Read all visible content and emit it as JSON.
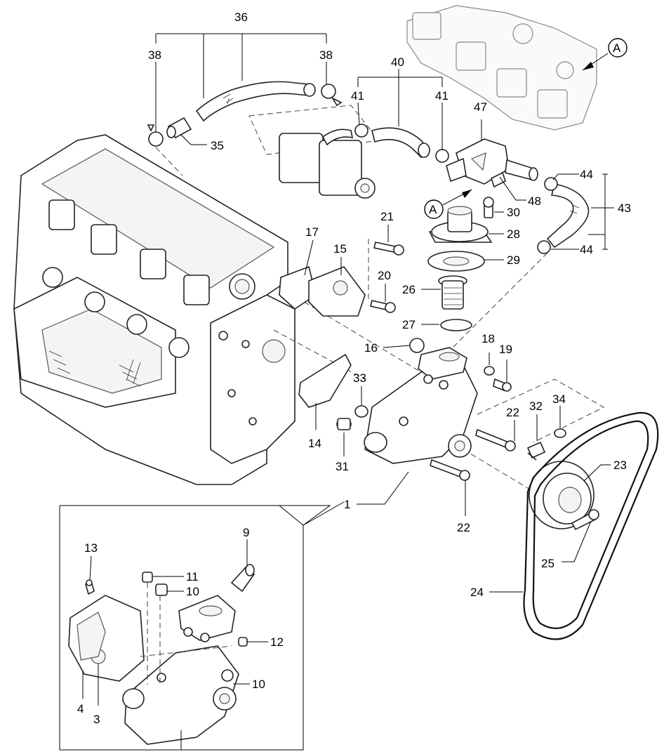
{
  "callouts": {
    "c36": "36",
    "c38a": "38",
    "c38b": "38",
    "c35": "35",
    "c40": "40",
    "c41a": "41",
    "c41b": "41",
    "c47": "47",
    "c44a": "44",
    "c44b": "44",
    "c43": "43",
    "c48": "48",
    "c30": "30",
    "c28": "28",
    "c29": "29",
    "c21": "21",
    "c17": "17",
    "c15": "15",
    "c20": "20",
    "c26": "26",
    "c27": "27",
    "c16": "16",
    "c18": "18",
    "c19": "19",
    "c33": "33",
    "c14": "14",
    "c31": "31",
    "c22a": "22",
    "c32": "32",
    "c34": "34",
    "c23": "23",
    "c22b": "22",
    "c1": "1",
    "c25": "25",
    "c24": "24",
    "c9": "9",
    "c13": "13",
    "c11": "11",
    "c10a": "10",
    "c12": "12",
    "c10b": "10",
    "c4": "4",
    "c3": "3"
  },
  "markers": {
    "a_top": "A",
    "a_mid": "A"
  }
}
